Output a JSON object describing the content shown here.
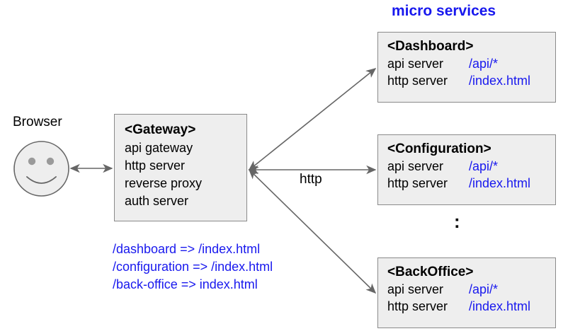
{
  "diagram": {
    "micro_services_title": "micro services",
    "browser": {
      "label": "Browser",
      "icon": "smiley-face-icon"
    },
    "gateway": {
      "title": "<Gateway>",
      "lines": [
        "api gateway",
        "http server",
        "reverse proxy",
        "auth server"
      ]
    },
    "protocol_label": "http",
    "ellipsis": ":",
    "services": [
      {
        "id": "dashboard",
        "title": "<Dashboard>",
        "rows": [
          {
            "label": "api server",
            "path": "/api/*"
          },
          {
            "label": "http server",
            "path": "/index.html"
          }
        ]
      },
      {
        "id": "configuration",
        "title": "<Configuration>",
        "rows": [
          {
            "label": "api server",
            "path": "/api/*"
          },
          {
            "label": "http server",
            "path": "/index.html"
          }
        ]
      },
      {
        "id": "backoffice",
        "title": "<BackOffice>",
        "rows": [
          {
            "label": "api server",
            "path": "/api/*"
          },
          {
            "label": "http server",
            "path": "/index.html"
          }
        ]
      }
    ],
    "routing_rules": [
      "/dashboard => /index.html",
      "/configuration => /index.html",
      "/back-office => index.html"
    ],
    "colors": {
      "accent_blue": "#1818ee",
      "box_fill": "#eeeeee",
      "box_stroke": "#8a8a8a",
      "arrow_stroke": "#666666",
      "text": "#000000"
    }
  }
}
